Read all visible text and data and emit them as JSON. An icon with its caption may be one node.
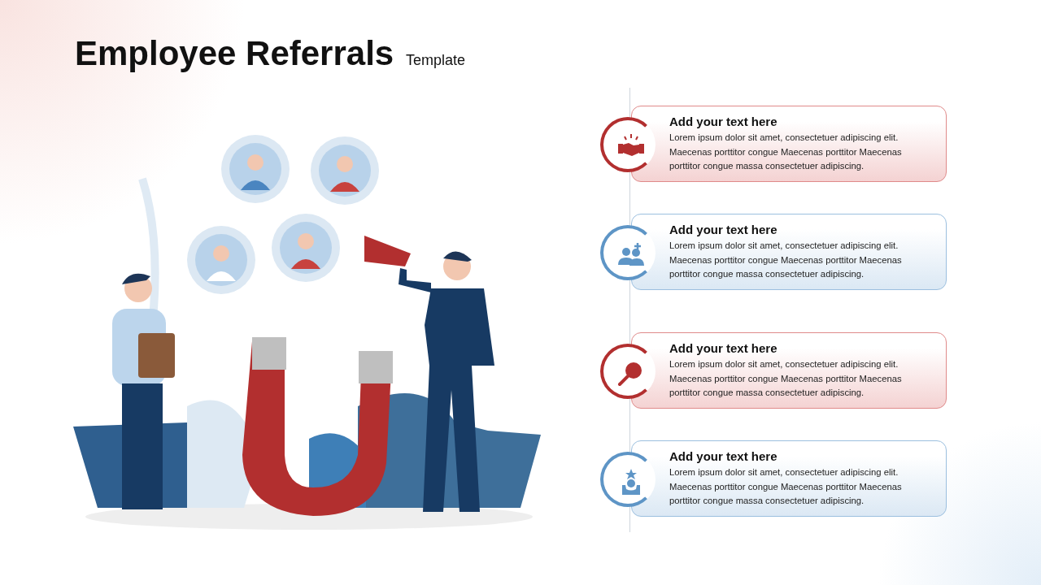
{
  "diagram": {
    "title": "Employee Referrals",
    "nodes": [
      {
        "text": [
          "Add your text here",
          "Lorem ipsum dolor sit amet, consectetuer adipiscing elit. Maecenas porttitor congue Maecenas porttitor Maecenas porttitor congue massa consectetuer adipiscing."
        ]
      },
      {
        "text": [
          "Add your text here",
          "Lorem ipsum dolor sit amet, consectetuer adipiscing elit. Maecenas porttitor congue Maecenas porttitor Maecenas porttitor congue massa consectetuer adipiscing."
        ]
      },
      {
        "text": [
          "Add your text here",
          "Lorem ipsum dolor sit amet, consectetuer adipiscing elit. Maecenas porttitor congue Maecenas porttitor Maecenas porttitor congue massa consectetuer adipiscing."
        ]
      },
      {
        "text": [
          "Add your text here",
          "Lorem ipsum dolor sit amet, consectetuer adipiscing elit. Maecenas porttitor congue Maecenas porttitor Maecenas porttitor congue massa consectetuer adipiscing."
        ]
      }
    ],
    "labels": [
      "Template"
    ]
  }
}
